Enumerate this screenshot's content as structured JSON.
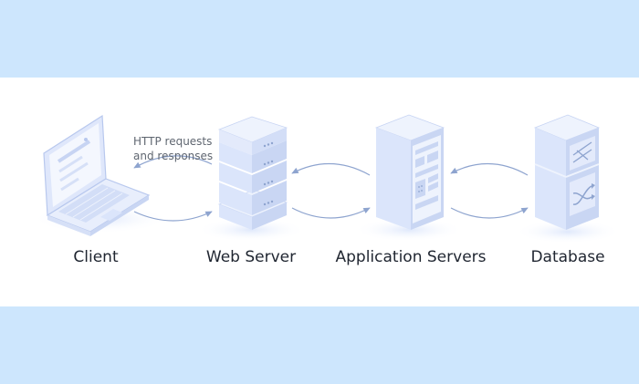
{
  "diagram": {
    "annotation": [
      "HTTP requests",
      "and responses"
    ],
    "nodes": [
      {
        "id": "client",
        "label": "Client",
        "icon": "laptop-icon"
      },
      {
        "id": "web-server",
        "label": "Web Server",
        "icon": "server-rack-icon"
      },
      {
        "id": "app-servers",
        "label": "Application Servers",
        "icon": "server-cabinet-icon"
      },
      {
        "id": "database",
        "label": "Database",
        "icon": "database-switch-icon"
      }
    ],
    "connections": [
      {
        "from": "client",
        "to": "web-server",
        "direction": "bidirectional"
      },
      {
        "from": "web-server",
        "to": "app-servers",
        "direction": "bidirectional"
      },
      {
        "from": "app-servers",
        "to": "database",
        "direction": "bidirectional"
      }
    ]
  },
  "colors": {
    "background_band": "#cde6fd",
    "panel": "#ffffff",
    "icon_light": "#eef3fd",
    "icon_mid": "#dbe5fb",
    "icon_dark": "#b8c8ee",
    "arrow": "#8ea4cf",
    "label_text": "#1f2530"
  }
}
